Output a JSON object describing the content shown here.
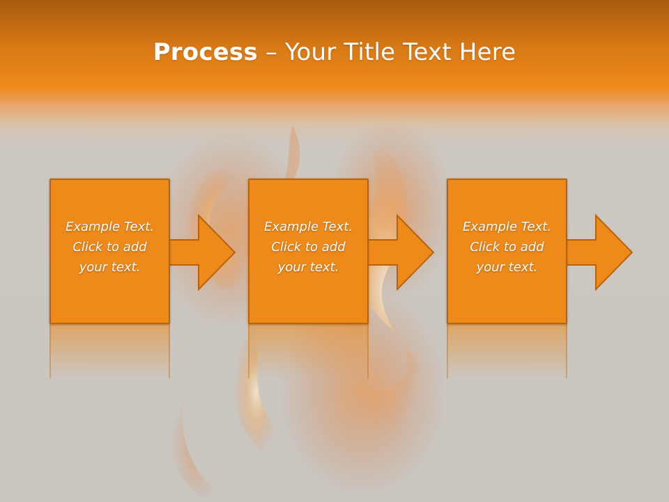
{
  "slide": {
    "title_bold": "Process",
    "title_sep": "–",
    "title_rest": "Your Title Text Here"
  },
  "steps": [
    {
      "line1": "Example Text.",
      "line2": "Click  to add",
      "line3": "your text."
    },
    {
      "line1": "Example Text.",
      "line2": "Click  to add",
      "line3": "your text."
    },
    {
      "line1": "Example Text.",
      "line2": "Click  to add",
      "line3": "your text."
    }
  ],
  "colors": {
    "header_top": "#a85a0f",
    "header_accent": "#ef8a1b",
    "box_fill": "#ee8a1a",
    "box_border": "#b8620d",
    "background": "#c9c5bf"
  },
  "icons": [
    "flame-background",
    "arrow-right-icon"
  ]
}
